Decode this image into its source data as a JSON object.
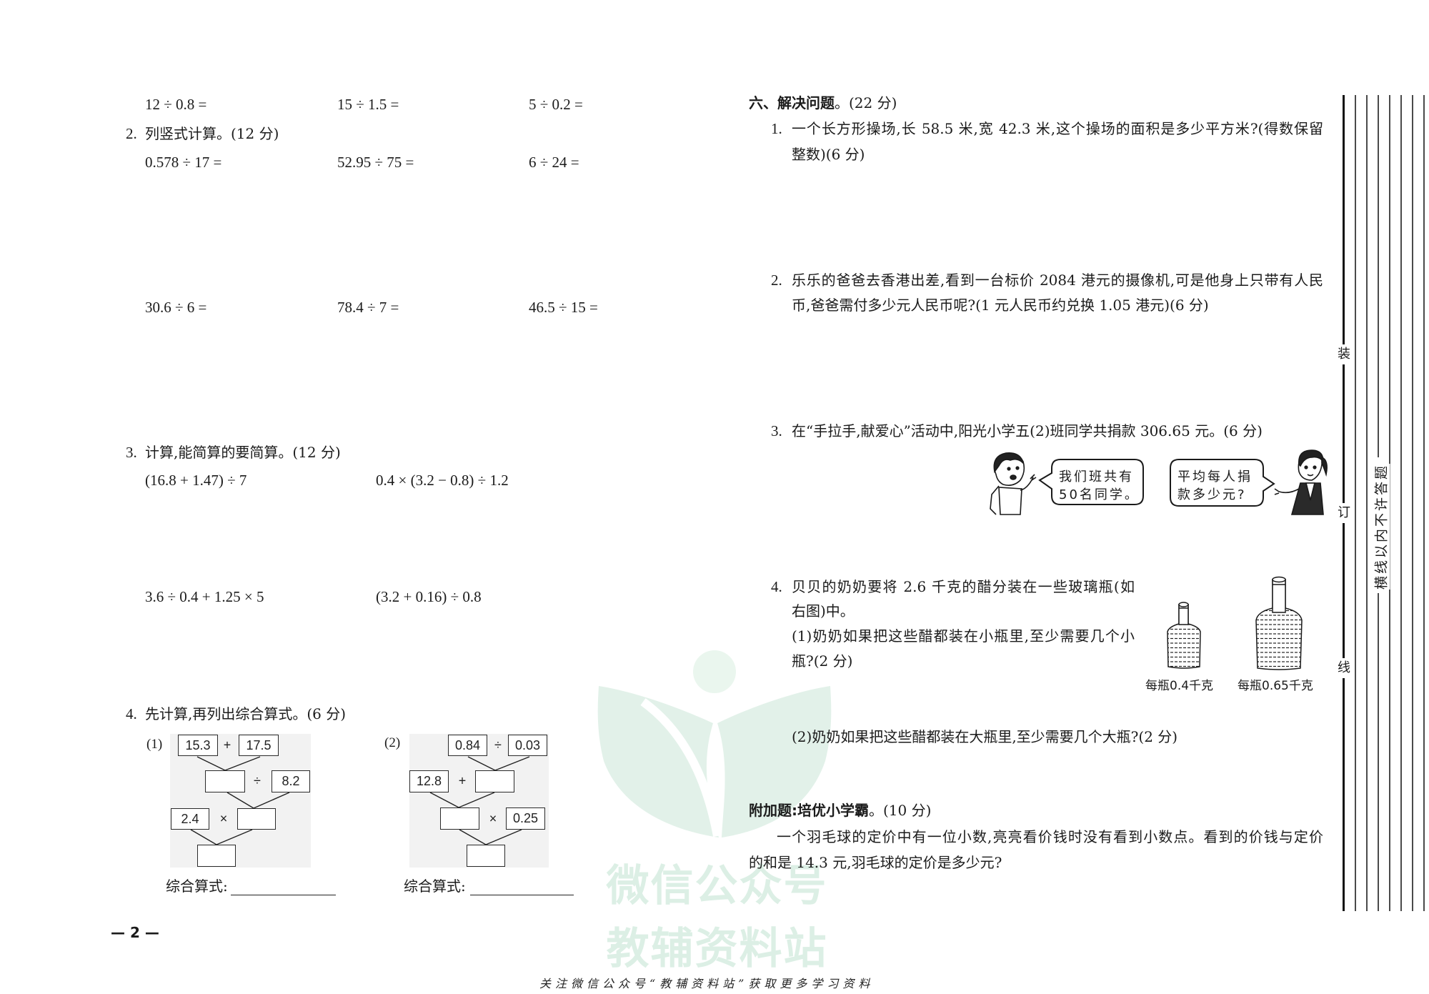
{
  "left": {
    "q1_row": [
      "12 ÷ 0.8 =",
      "15 ÷ 1.5 =",
      "5 ÷ 0.2 ="
    ],
    "q2": {
      "number": "2.",
      "title": "列竖式计算。(12 分)",
      "rows": [
        [
          "0.578 ÷ 17 =",
          "52.95 ÷ 75 =",
          "6 ÷ 24 ="
        ],
        [
          "30.6 ÷ 6 =",
          "78.4 ÷ 7 =",
          "46.5 ÷ 15 ="
        ]
      ]
    },
    "q3": {
      "number": "3.",
      "title": "计算,能简算的要简算。(12 分)",
      "rows": [
        [
          "(16.8 + 1.47) ÷ 7",
          "0.4 × (3.2 − 0.8) ÷ 1.2"
        ],
        [
          "3.6 ÷ 0.4 + 1.25 × 5",
          "(3.2 + 0.16) ÷ 0.8"
        ]
      ]
    },
    "q4": {
      "number": "4.",
      "title": "先计算,再列出综合算式。(6 分)",
      "diagrams": [
        {
          "label": "(1)",
          "top": [
            "15.3",
            "+",
            "17.5"
          ],
          "mid": [
            "",
            "÷",
            "8.2"
          ],
          "low": [
            "2.4",
            "×",
            ""
          ],
          "result": "",
          "formula_label": "综合算式:"
        },
        {
          "label": "(2)",
          "top": [
            "0.84",
            "÷",
            "0.03"
          ],
          "mid": [
            "12.8",
            "+",
            ""
          ],
          "low": [
            "",
            "×",
            "0.25"
          ],
          "result": "",
          "formula_label": "综合算式:"
        }
      ]
    }
  },
  "right": {
    "section_title_bold": "六、解决问题",
    "section_title_rest": "。(22 分)",
    "q1": {
      "number": "1.",
      "lines": [
        "一个长方形操场,长 58.5 米,宽 42.3 米,这个操场的面积是多少平方米?(得数保留",
        "整数)(6 分)"
      ]
    },
    "q2": {
      "number": "2.",
      "lines": [
        "乐乐的爸爸去香港出差,看到一台标价 2084 港元的摄像机,可是他身上只带有人民",
        "币,爸爸需付多少元人民币呢?(1 元人民币约兑换 1.05 港元)(6 分)"
      ]
    },
    "q3": {
      "number": "3.",
      "text": "在“手拉手,献爱心”活动中,阳光小学五(2)班同学共捐款 306.65 元。(6 分)",
      "bubbles": [
        {
          "lines": [
            "我们班共有",
            "50名同学。"
          ]
        },
        {
          "lines": [
            "平均每人捐",
            "款多少元?"
          ]
        }
      ]
    },
    "q4": {
      "number": "4.",
      "lines": [
        "贝贝的奶奶要将 2.6 千克的醋分装在一些玻璃瓶(如",
        "右图)中。"
      ],
      "sub1": [
        "(1)奶奶如果把这些醋都装在小瓶里,至少需要几个小",
        "瓶?(2 分)"
      ],
      "sub2": "(2)奶奶如果把这些醋都装在大瓶里,至少需要几个大瓶?(2 分)",
      "bottles": [
        {
          "caption": "每瓶0.4千克"
        },
        {
          "caption": "每瓶0.65千克"
        }
      ]
    },
    "bonus": {
      "title_bold": "附加题:培优小学霸",
      "title_rest": "。(10 分)",
      "lines": [
        "一个羽毛球的定价中有一位小数,亮亮看价钱时没有看到小数点。看到的价钱与定价",
        "的和是 14.3 元,羽毛球的定价是多少元?"
      ]
    }
  },
  "margin": {
    "marks": [
      "装",
      "订",
      "线"
    ],
    "notice": "横线以内不许答题"
  },
  "page": {
    "number": "— 2 —",
    "footer": "关注微信公众号“教辅资料站”获取更多学习资料"
  },
  "watermark": {
    "line1": "微信公众号",
    "line2": "教辅资料站",
    "color": "#dcefe5"
  }
}
